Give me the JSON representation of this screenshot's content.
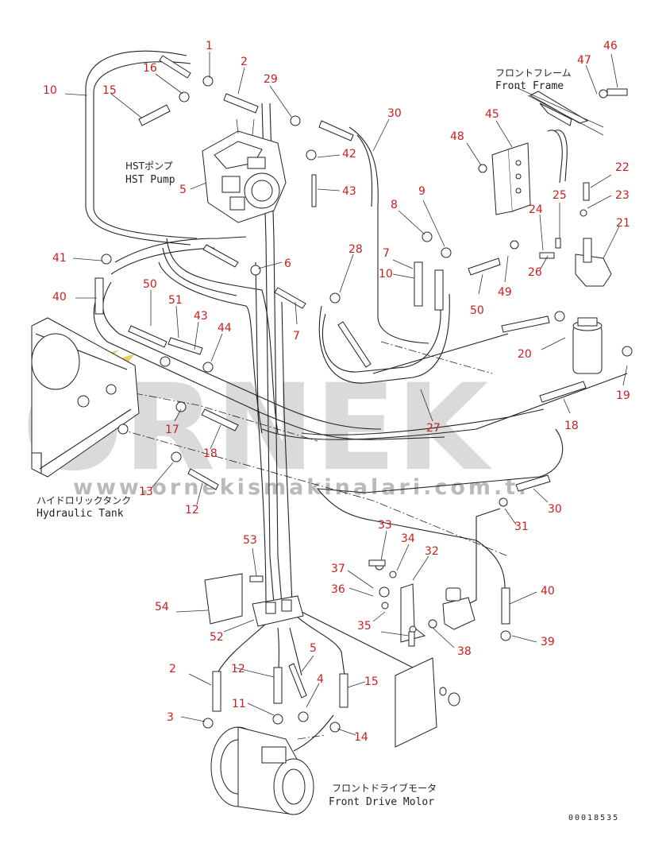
{
  "labels": {
    "hst_pump_jp": "HSTポンプ",
    "hst_pump_en": "HST Pump",
    "front_frame_jp": "フロントフレーム",
    "front_frame_en": "Front Frame",
    "hydraulic_tank_jp": "ハイドロリックタンク",
    "hydraulic_tank_en": "Hydraulic Tank",
    "front_drive_motor_jp": "フロントドライブモータ",
    "front_drive_motor_en": "Front Drive Molor",
    "doc_number": "00018535"
  },
  "watermark": {
    "brand": "ORNEK",
    "url": "www.ornekismakinalari.com.tr"
  },
  "callouts": [
    "1",
    "2",
    "29",
    "16",
    "10",
    "15",
    "30",
    "45",
    "48",
    "47",
    "46",
    "42",
    "43",
    "5",
    "9",
    "8",
    "22",
    "23",
    "25",
    "24",
    "21",
    "26",
    "41",
    "28",
    "7",
    "10",
    "6",
    "40",
    "50",
    "51",
    "43",
    "44",
    "50",
    "49",
    "7",
    "20",
    "17",
    "27",
    "18",
    "19",
    "18",
    "13",
    "12",
    "30",
    "31",
    "53",
    "33",
    "34",
    "32",
    "37",
    "36",
    "35",
    "38",
    "40",
    "39",
    "54",
    "52",
    "2",
    "12",
    "5",
    "4",
    "15",
    "3",
    "11",
    "14"
  ],
  "colors": {
    "callout": "#c8201e",
    "ink": "#222222",
    "watermark": "#bdbdbd"
  }
}
